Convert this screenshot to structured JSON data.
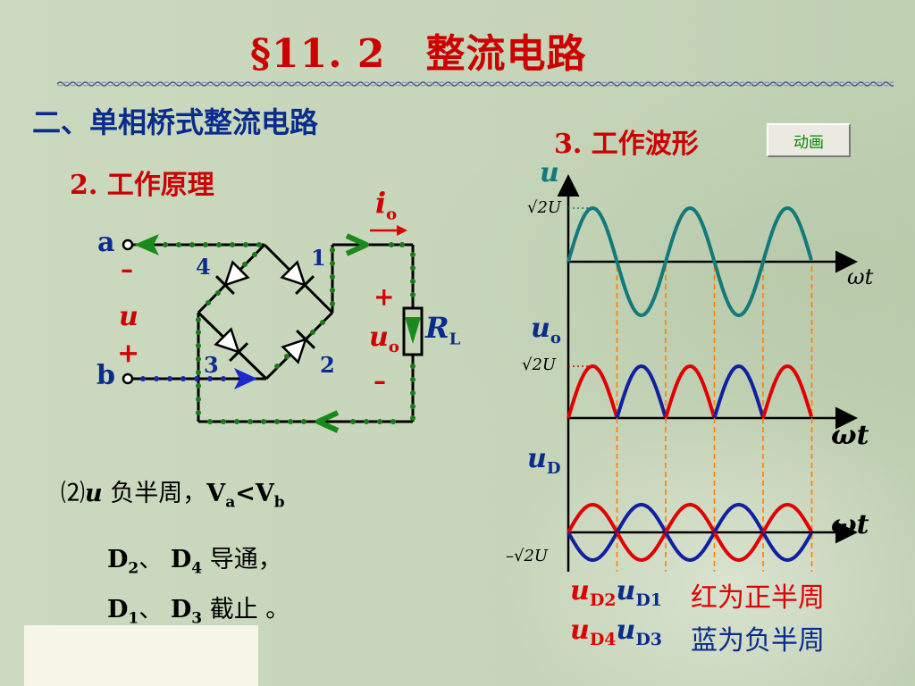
{
  "slide": {
    "title": "§11. 2　整流电路",
    "section": "二、单相桥式整流电路",
    "subsection": "2. 工作原理",
    "waveform_heading": "3. 工作波形",
    "animate_button": "动画"
  },
  "circuit": {
    "node_a": "a",
    "node_b": "b",
    "minus_a": "–",
    "plus_b": "+",
    "input_u": "u",
    "current": "i",
    "current_sub": "o",
    "diode_labels": [
      "1",
      "2",
      "3",
      "4"
    ],
    "load": "R",
    "load_sub": "L",
    "out_plus": "+",
    "out_minus": "–",
    "out_u": "u",
    "out_u_sub": "o"
  },
  "text": {
    "case_num": "⑵",
    "case_u": "u",
    "case_desc": " 负半周，",
    "va": "V",
    "va_sub": "a",
    "lt": "<",
    "vb": "V",
    "vb_sub": "b",
    "line1_d2": "D",
    "line1_d2_sub": "2",
    "line1_sep": "、 ",
    "line1_d4": "D",
    "line1_d4_sub": "4",
    "line1_tail": " 导通，",
    "line2_d1": "D",
    "line2_d1_sub": "1",
    "line2_sep": "、 ",
    "line2_d3": "D",
    "line2_d3_sub": "3",
    "line2_tail": " 截止 。"
  },
  "waveforms": {
    "u_label": "u",
    "uo_label": "u",
    "uo_sub": "o",
    "ud_label": "u",
    "ud_sub": "D",
    "peak_label": "√2U",
    "neg_peak_label": "–√2U",
    "axis_label_1": "ωt",
    "axis_label_2": "ωt",
    "axis_label_3": "ωt",
    "colors": {
      "input": "#127a7a",
      "positive_half": "#e00000",
      "negative_half": "#1020a0",
      "guide": "#ff8000"
    }
  },
  "legend": {
    "ud2": "u",
    "ud2_sub": "D2",
    "ud1": "u",
    "ud1_sub": "D1",
    "red_text": "红为正半周",
    "ud4": "u",
    "ud4_sub": "D4",
    "ud3": "u",
    "ud3_sub": "D3",
    "blue_text": "蓝为负半周"
  }
}
